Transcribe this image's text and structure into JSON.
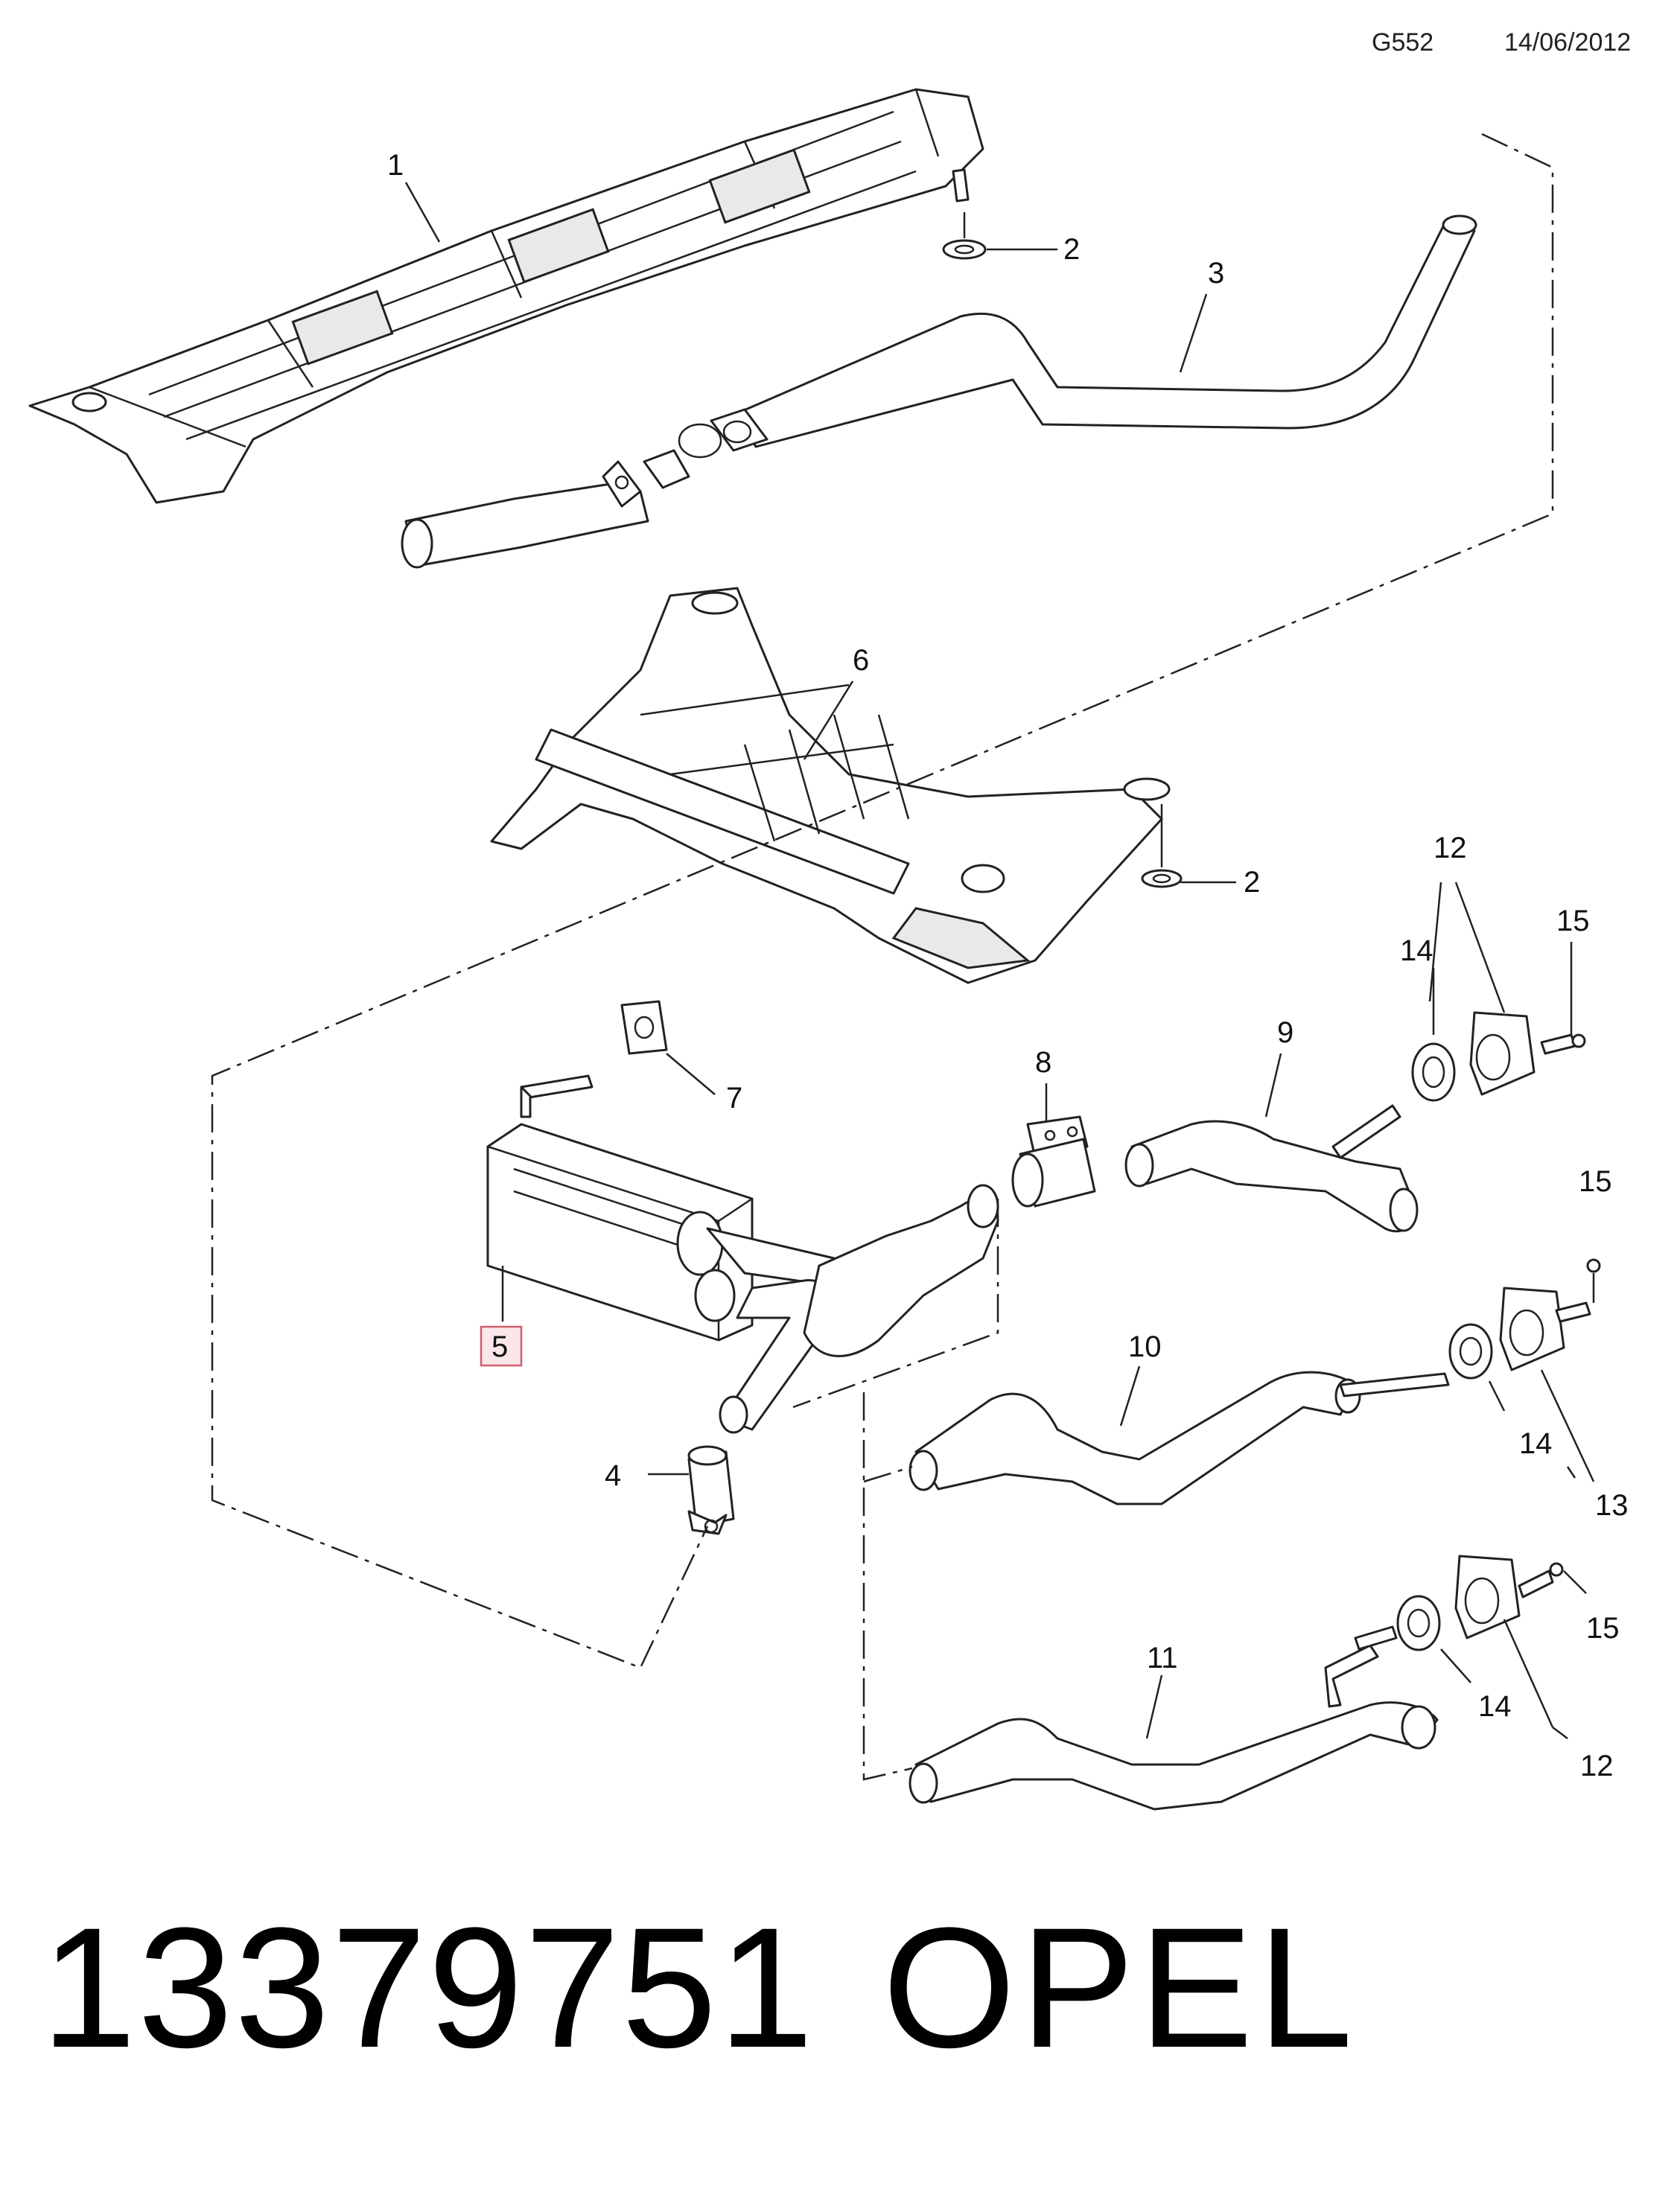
{
  "header": {
    "code": "G552",
    "date": "14/06/2012"
  },
  "footer": {
    "part_number": "13379751",
    "brand": "OPEL"
  },
  "callouts": {
    "c1": "1",
    "c2a": "2",
    "c2b": "2",
    "c3": "3",
    "c4": "4",
    "c5": "5",
    "c6": "6",
    "c7": "7",
    "c8": "8",
    "c9": "9",
    "c10": "10",
    "c11": "11",
    "c12a": "12",
    "c12b": "12",
    "c13": "13",
    "c14a": "14",
    "c14b": "14",
    "c14c": "14",
    "c15a": "15",
    "c15b": "15",
    "c15c": "15"
  },
  "highlight_color": "#d0606c"
}
